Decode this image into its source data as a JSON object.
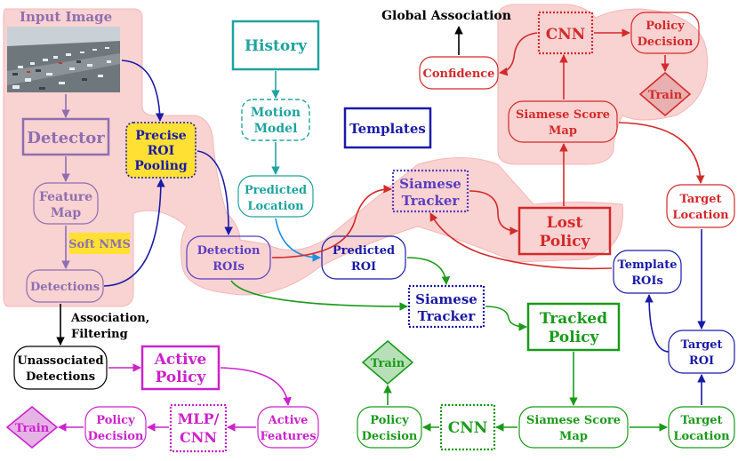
{
  "colors": {
    "purple": "#8e6fb0",
    "teal": "#1fa3a0",
    "navy": "#1a1aa8",
    "red": "#d42a2a",
    "green": "#1a9a1a",
    "magenta": "#cc22cc",
    "yellow": "#ffe033",
    "pink_region": "#f9d2d2",
    "sky_blue": "#1d8fe0"
  },
  "labels": {
    "input_image": "Input Image",
    "detector": "Detector",
    "feature_map_l1": "Feature",
    "feature_map_l2": "Map",
    "soft_nms": "Soft NMS",
    "detections": "Detections",
    "precise_roi_l1": "Precise",
    "precise_roi_l2": "ROI",
    "precise_roi_l3": "Pooling",
    "history": "History",
    "motion_model_l1": "Motion",
    "motion_model_l2": "Model",
    "predicted_location_l1": "Predicted",
    "predicted_location_l2": "Location",
    "templates": "Templates",
    "detection_rois_l1": "Detection",
    "detection_rois_l2": "ROIs",
    "predicted_roi_l1": "Predicted",
    "predicted_roi_l2": "ROI",
    "siamese_tracker_top_l1": "Siamese",
    "siamese_tracker_top_l2": "Tracker",
    "lost_policy_l1": "Lost",
    "lost_policy_l2": "Policy",
    "global_association": "Global Association",
    "confidence": "Confidence",
    "cnn_top": "CNN",
    "policy_decision_top_l1": "Policy",
    "policy_decision_top_l2": "Decision",
    "train_top": "Train",
    "siamese_score_map_top_l1": "Siamese Score",
    "siamese_score_map_top_l2": "Map",
    "target_location_red_l1": "Target",
    "target_location_red_l2": "Location",
    "template_rois_l1": "Template",
    "template_rois_l2": "ROIs",
    "target_roi_l1": "Target",
    "target_roi_l2": "ROI",
    "siamese_tracker_mid_l1": "Siamese",
    "siamese_tracker_mid_l2": "Tracker",
    "tracked_policy_l1": "Tracked",
    "tracked_policy_l2": "Policy",
    "association_filtering_l1": "Association,",
    "association_filtering_l2": "Filtering",
    "unassociated_l1": "Unassociated",
    "unassociated_l2": "Detections",
    "active_policy_l1": "Active",
    "active_policy_l2": "Policy",
    "active_features_l1": "Active",
    "active_features_l2": "Features",
    "mlp_cnn_l1": "MLP/",
    "mlp_cnn_l2": "CNN",
    "policy_decision_bl_l1": "Policy",
    "policy_decision_bl_l2": "Decision",
    "train_bl": "Train",
    "train_green": "Train",
    "policy_decision_green_l1": "Policy",
    "policy_decision_green_l2": "Decision",
    "cnn_green": "CNN",
    "siamese_score_map_green_l1": "Siamese Score",
    "siamese_score_map_green_l2": "Map",
    "target_location_green_l1": "Target",
    "target_location_green_l2": "Location"
  }
}
